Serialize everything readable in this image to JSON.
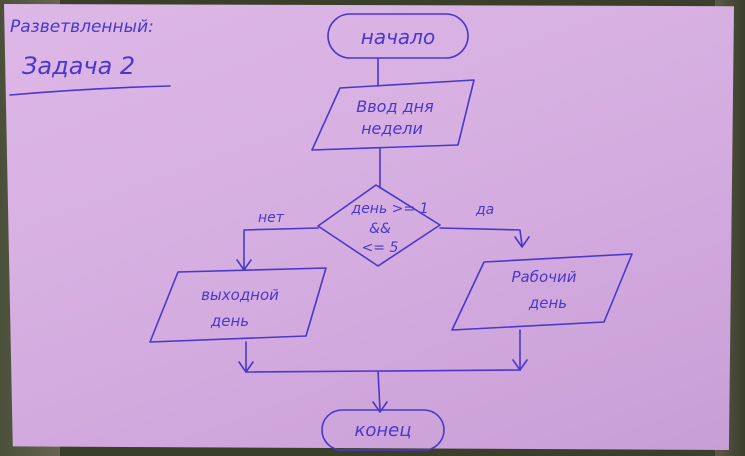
{
  "note": {
    "line1": "Разветвленный:",
    "line2": "Задача 2"
  },
  "flowchart": {
    "start": "начало",
    "input": {
      "line1": "Ввод дня",
      "line2": "недели"
    },
    "condition": {
      "line1": "день >= 1",
      "line2": "&&",
      "line3": "<= 5"
    },
    "branch_no": "нет",
    "branch_yes": "да",
    "weekend": {
      "line1": "выходной",
      "line2": "день"
    },
    "workday": {
      "line1": "Рабочий",
      "line2": "день"
    },
    "end": "конец"
  },
  "colors": {
    "paper": "#d7b0e2",
    "ink": "#4b38c9",
    "background": "#3a3f2c"
  }
}
